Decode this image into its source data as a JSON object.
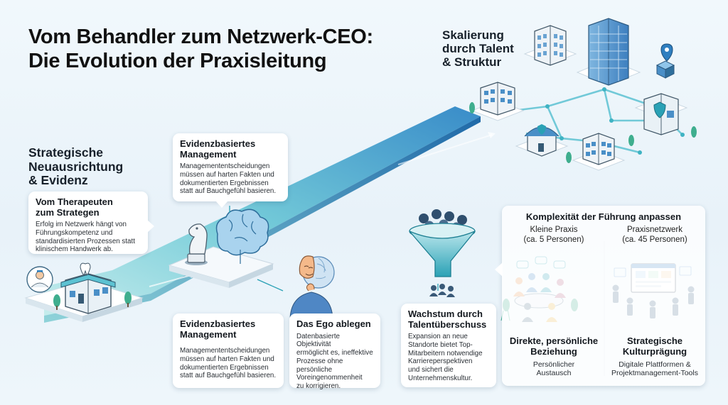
{
  "title": {
    "line1": "Vom Behandler zum Netzwerk-CEO:",
    "line2": "Die Evolution der Praxisleitung"
  },
  "scaling": {
    "line1": "Skalierung",
    "line2": "durch Talent",
    "line3": "& Struktur"
  },
  "strategic": {
    "line1": "Strategische",
    "line2": "Neuausrichtung",
    "line3": "& Evidenz"
  },
  "cards": {
    "therapist": {
      "title1": "Vom Therapeuten",
      "title2": "zum Strategen",
      "body1": "Erfolg im Netzwerk hängt von",
      "body2": "Führungskompetenz und",
      "body3": "standardisierten Prozessen statt",
      "body4": "klinischem Handwerk ab."
    },
    "evidence_top": {
      "title1": "Evidenzbasiertes",
      "title2": "Management",
      "body1": "Managemententscheidungen",
      "body2": "müssen auf harten Fakten und",
      "body3": "dokumentierten Ergebnissen",
      "body4": "statt auf Bauchgefühl basieren."
    },
    "evidence_bottom": {
      "title1": "Evidenzbasiertes",
      "title2": "Management",
      "body1": "Managemententscheidungen",
      "body2": "müssen auf harten Fakten und",
      "body3": "dokumentierten Ergebnissen",
      "body4": "statt auf Bauchgefühl basieren."
    },
    "ego": {
      "title": "Das Ego ablegen",
      "body1": "Datenbasierte Objektivität",
      "body2": "ermöglicht es, ineffektive",
      "body3": "Prozesse ohne",
      "body4": "persönliche",
      "body5": "Voreingenommenheit",
      "body6": "zu korrigieren."
    },
    "growth": {
      "title1": "Wachstum durch",
      "title2": "Talentüberschuss",
      "body1": "Expansion an neue",
      "body2": "Standorte bietet Top-",
      "body3": "Mitarbeitern notwendige",
      "body4": "Karriereperspektiven",
      "body5": "und sichert die",
      "body6": "Unternehmenskultur."
    },
    "complexity": {
      "title": "Komplexität der Führung anpassen",
      "left": {
        "label": "Kleine Praxis",
        "count": "(ca. 5 Personen)",
        "head1": "Direkte, persönliche",
        "head2": "Beziehung",
        "desc1": "Persönlicher",
        "desc2": "Austausch"
      },
      "right": {
        "label": "Praxisnetzwerk",
        "count": "(ca. 45 Personen)",
        "head1": "Strategische",
        "head2": "Kulturprägung",
        "desc1": "Digitale Plattformen &",
        "desc2": "Projektmanagement-Tools"
      }
    }
  },
  "colors": {
    "path_light": "#bfe8ec",
    "path_mid": "#5cc2d2",
    "path_dark": "#2a7fc0",
    "accent_teal": "#1f9fae",
    "building_blue": "#4a8fc7",
    "card_bg": "#ffffff"
  },
  "icons": [
    "dentist-avatar-icon",
    "clinic-building-icon",
    "chess-knight-icon",
    "brain-icon",
    "thinking-person-mask-icon",
    "talent-funnel-icon",
    "office-tower-icon",
    "team-meeting-icon",
    "digital-platform-icon",
    "location-pin-icon",
    "shield-icon"
  ]
}
